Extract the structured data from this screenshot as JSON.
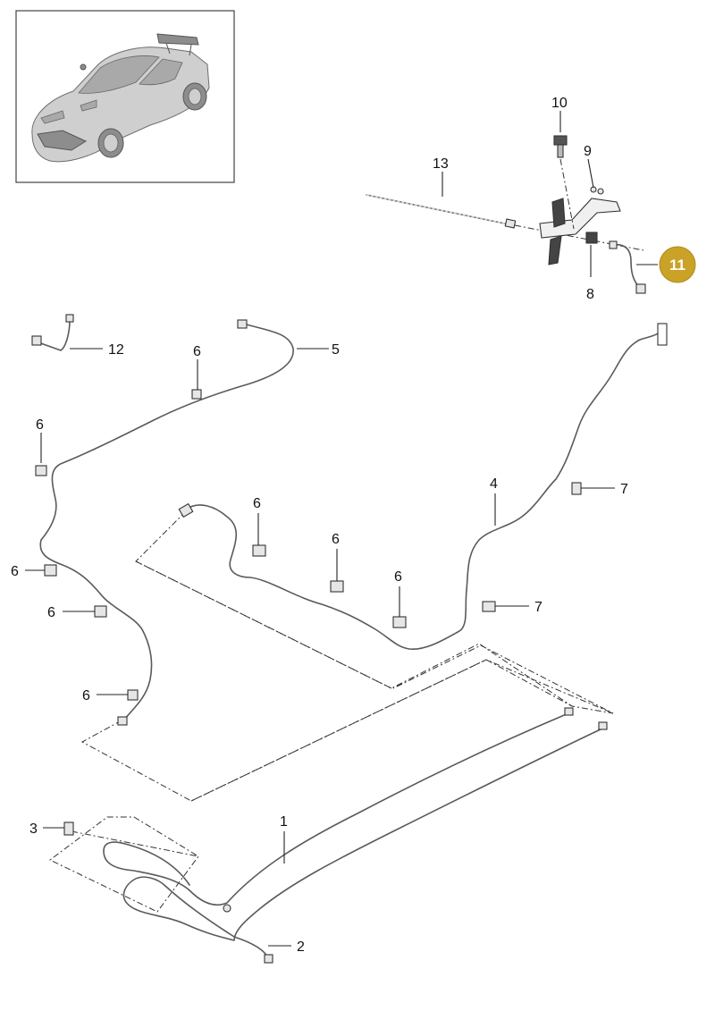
{
  "callouts": {
    "c1": "1",
    "c2": "2",
    "c3": "3",
    "c4": "4",
    "c5": "5",
    "c6": "6",
    "c7": "7",
    "c8": "8",
    "c9": "9",
    "c10": "10",
    "c11": "11",
    "c12": "12",
    "c13": "13"
  },
  "highlight": {
    "part": "11",
    "color": "#c9a227"
  },
  "icons": {
    "thumbnail": "sports-car-icon"
  }
}
